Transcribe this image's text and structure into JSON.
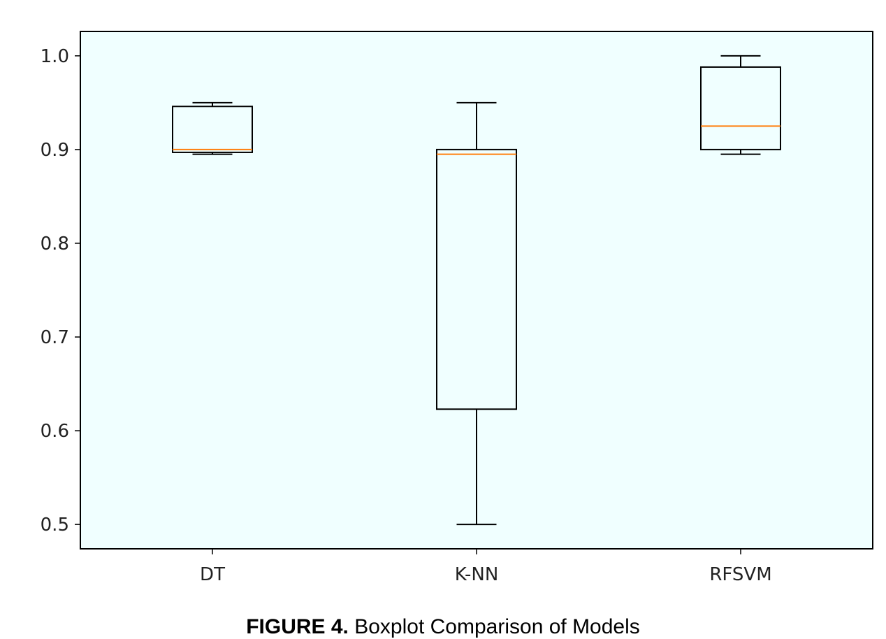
{
  "chart_data": {
    "type": "boxplot",
    "title": "",
    "xlabel": "",
    "ylabel": "",
    "ylim": [
      0.474,
      1.026
    ],
    "yticks": [
      "0.5",
      "0.6",
      "0.7",
      "0.8",
      "0.9",
      "1.0"
    ],
    "ytick_values": [
      0.5,
      0.6,
      0.7,
      0.8,
      0.9,
      1.0
    ],
    "categories": [
      "DT",
      "K-NN",
      "RFSVM"
    ],
    "boxes": [
      {
        "name": "DT",
        "whisker_low": 0.895,
        "q1": 0.897,
        "median": 0.9,
        "q3": 0.946,
        "whisker_high": 0.95
      },
      {
        "name": "K-NN",
        "whisker_low": 0.5,
        "q1": 0.623,
        "median": 0.895,
        "q3": 0.9,
        "whisker_high": 0.95
      },
      {
        "name": "RFSVM",
        "whisker_low": 0.895,
        "q1": 0.9,
        "median": 0.925,
        "q3": 0.988,
        "whisker_high": 1.0
      }
    ],
    "grid": false,
    "colors": {
      "background": "#F0FFFF",
      "box": "#000000",
      "median": "#FF7F0E"
    }
  },
  "caption": {
    "label": "FIGURE 4.",
    "text": " Boxplot Comparison of Models"
  }
}
